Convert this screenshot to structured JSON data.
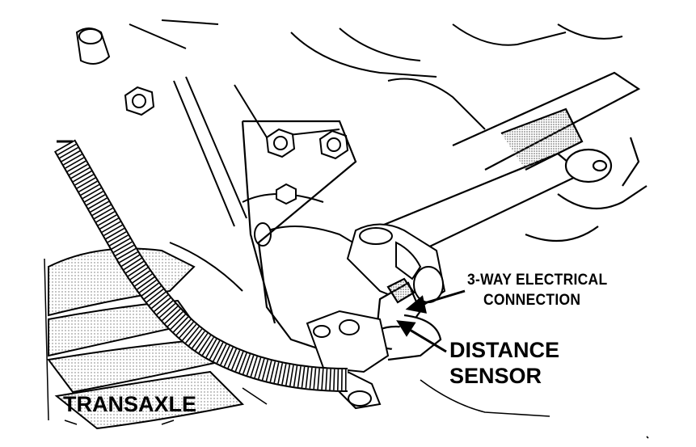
{
  "labels": {
    "connection_line1": "3-WAY ELECTRICAL",
    "connection_line2": "CONNECTION",
    "sensor_line1": "DISTANCE",
    "sensor_line2": "SENSOR",
    "transaxle": "TRANSAXLE"
  },
  "colors": {
    "ink": "#000000",
    "paper": "#ffffff",
    "stipple": "#8a8a8a"
  }
}
